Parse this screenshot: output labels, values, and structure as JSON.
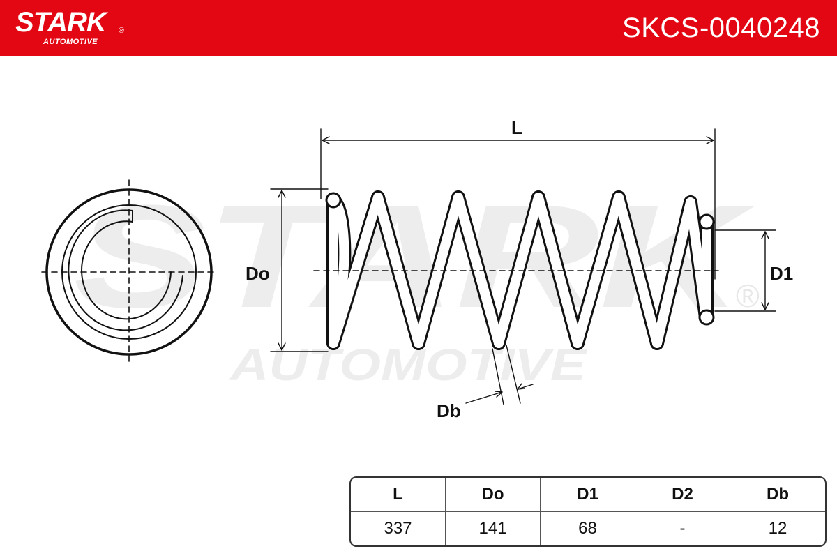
{
  "header": {
    "brand": "STARK",
    "brand_reg": "®",
    "brand_sub": "AUTOMOTIVE",
    "part_number": "SKCS-0040248",
    "background_color": "#e30613",
    "text_color": "#ffffff"
  },
  "watermark": {
    "word": "STARK",
    "sub": "AUTOMOTIVE",
    "reg": "®",
    "color": "#ededed"
  },
  "diagram": {
    "labels": {
      "length": "L",
      "outer_diameter": "Do",
      "inner_diameter": "D1",
      "wire_diameter": "Db"
    },
    "line_color": "#111111"
  },
  "specs_table": {
    "headers": [
      "L",
      "Do",
      "D1",
      "D2",
      "Db"
    ],
    "values": [
      "337",
      "141",
      "68",
      "-",
      "12"
    ]
  }
}
